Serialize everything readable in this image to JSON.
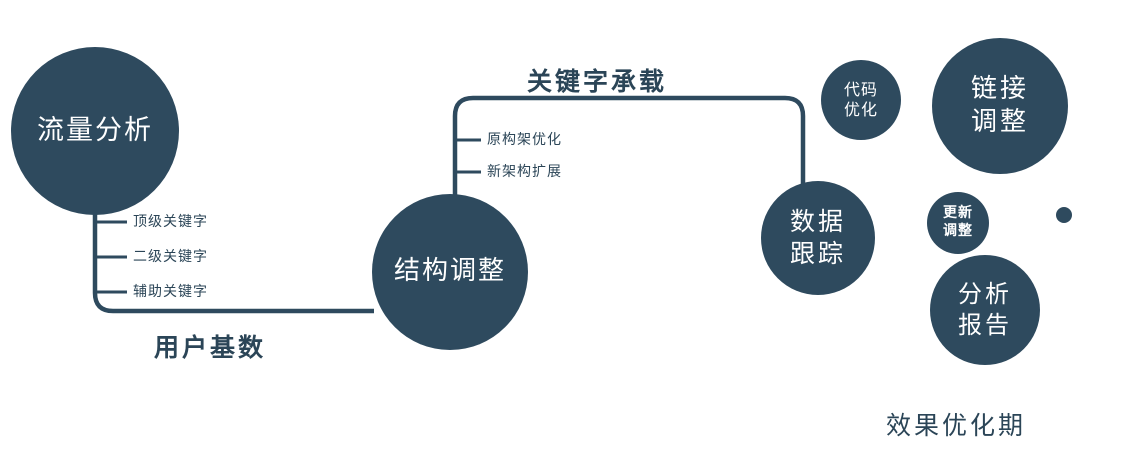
{
  "colors": {
    "circle": "#2e4a5e",
    "circle_text": "#ffffff",
    "line": "#2e4a5e",
    "label": "#2b4557",
    "background": "#ffffff"
  },
  "diagram": {
    "nodes": {
      "traffic_analysis": {
        "label": "流量分析"
      },
      "structure_adjustment": {
        "label": "结构调整"
      },
      "data_tracking": {
        "lines": [
          "数据",
          "跟踪"
        ]
      },
      "code_optimization": {
        "lines": [
          "代码",
          "优化"
        ]
      },
      "link_adjustment": {
        "lines": [
          "链接",
          "调整"
        ]
      },
      "update_adjustment": {
        "lines": [
          "更新",
          "调整"
        ]
      },
      "analysis_report": {
        "lines": [
          "分析",
          "报告"
        ]
      }
    },
    "edge_labels": {
      "user_base": "用户基数",
      "keyword_carrying": "关键字承载"
    },
    "branch_labels": {
      "traffic": [
        "顶级关键字",
        "二级关键字",
        "辅助关键字"
      ],
      "structure": [
        "原构架优化",
        "新架构扩展"
      ]
    },
    "footer_label": "效果优化期"
  }
}
